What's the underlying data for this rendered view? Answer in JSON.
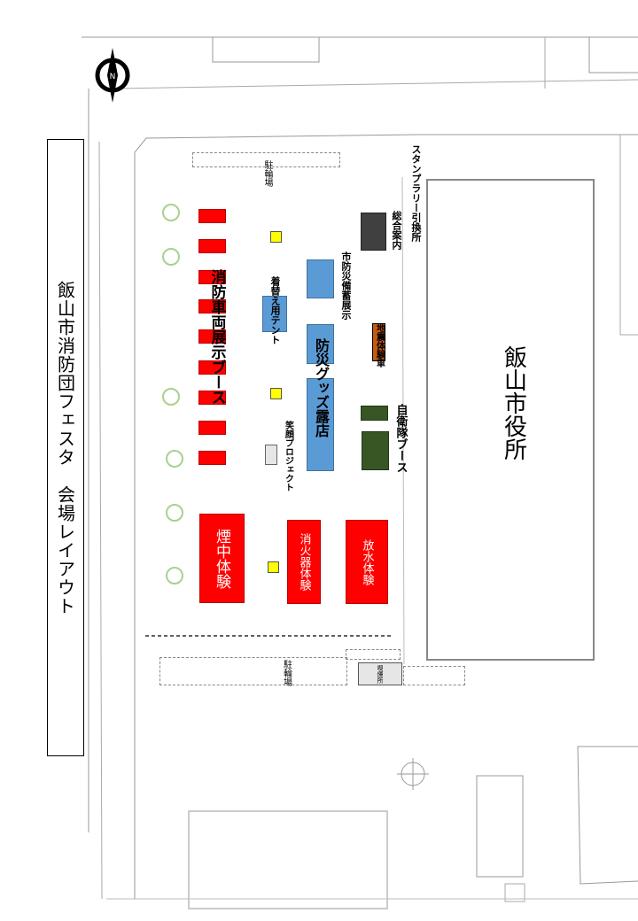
{
  "title_banner": "飯山市消防団フェスタ　会場レイアウト",
  "labels": {
    "city_hall": "飯山市役所",
    "parking_top": "駐輪場",
    "parking_bottom": "駐輪場",
    "smoking_area": "喫煙所",
    "fire_truck_booth": "消防車両展示ブース",
    "disaster_goods_shop": "防災グッズ露店",
    "sdf_booth": "自衛隊ブース",
    "smoke_experience": "煙中体験",
    "extinguisher_experience": "消火器体験",
    "water_experience": "放水体験",
    "changing_tent": "着替え用テント",
    "smile_project": "笑顔プロジェクト",
    "city_disaster_display": "市防災備蓄展示",
    "earthquake_truck": "地震体験車",
    "info_desk": "総合案内",
    "stamp_rally": "スタンプラリー引換所"
  },
  "compass": {
    "letter": "N",
    "icon": "north-arrow-icon"
  },
  "colors": {
    "red_booth": "#ff0000",
    "blue_booth": "#5b9bd5",
    "green_booth": "#375623",
    "yellow_marker": "#ffff00",
    "info_box": "#404040",
    "earthquake_box": "#c55a11",
    "tree_outline": "#a9d18e"
  }
}
